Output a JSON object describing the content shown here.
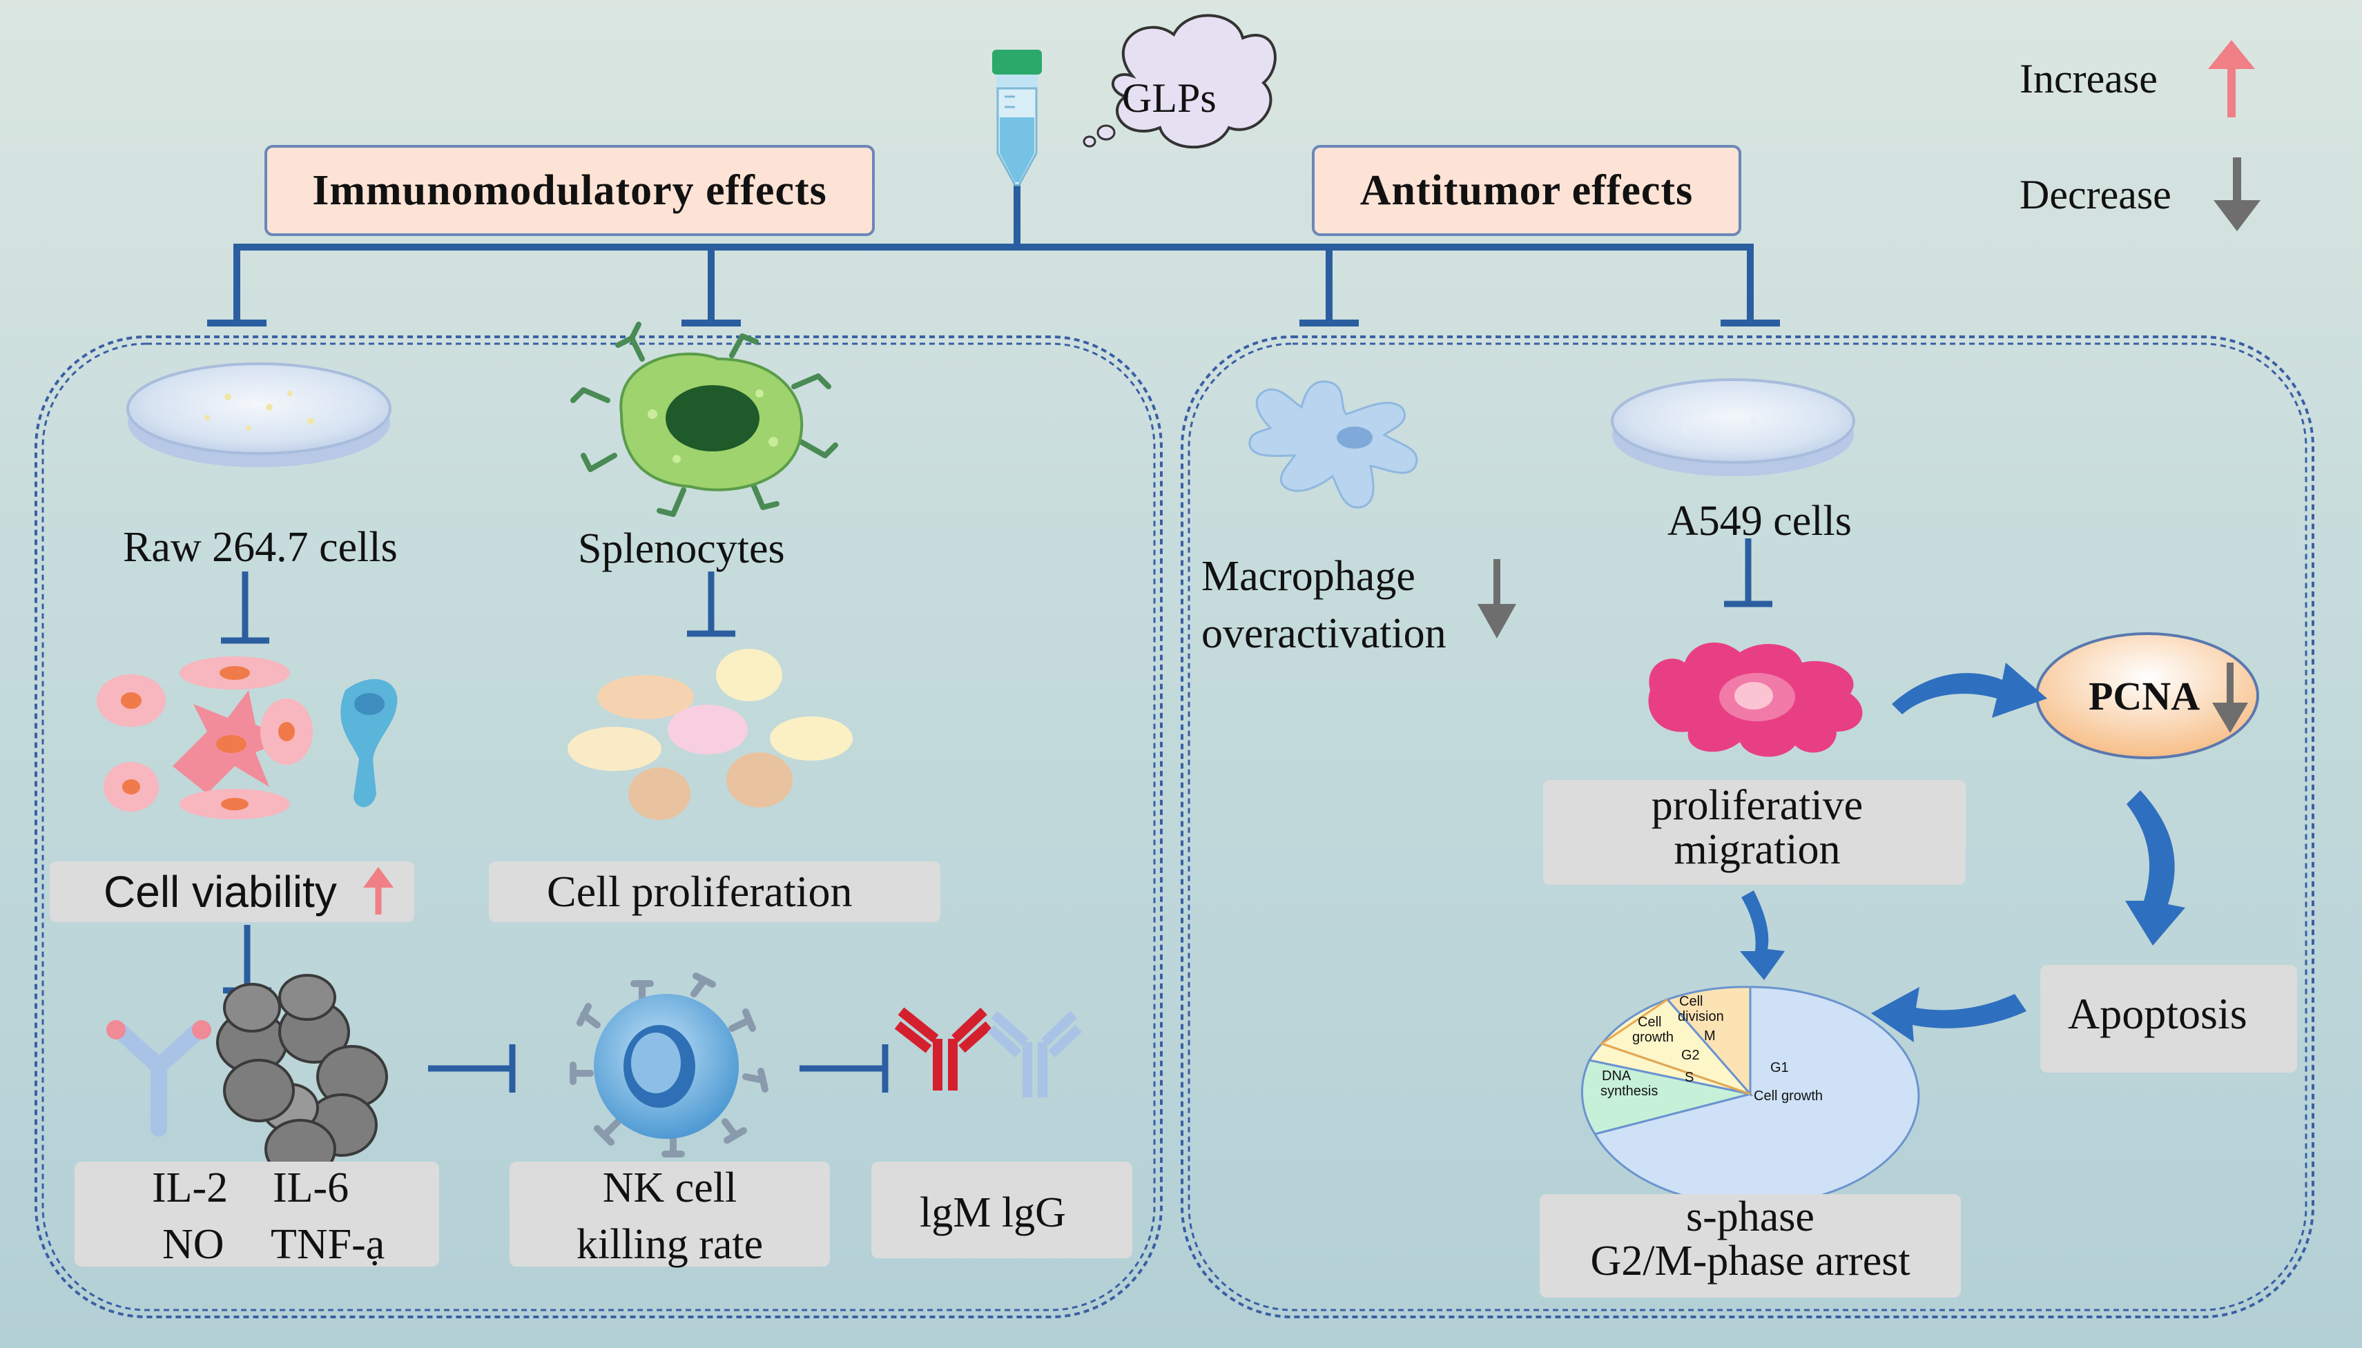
{
  "source": {
    "label": "GLPs"
  },
  "legend": {
    "increase": "Increase",
    "decrease": "Decrease",
    "increase_color": "#f07f86",
    "decrease_color": "#6e6e6e"
  },
  "headers": {
    "immuno": "Immunomodulatory effects",
    "antitumor": "Antitumor effects"
  },
  "immuno": {
    "raw_cells": "Raw 264.7 cells",
    "splenocytes": "Splenocytes",
    "cell_viability": "Cell viability",
    "cell_proliferation": "Cell proliferation",
    "cytokines": {
      "il2": "IL-2",
      "il6": "IL-6",
      "no": "NO",
      "tnf": "TNF-ạ"
    },
    "nk_line1": "NK cell",
    "nk_line2": "killing rate",
    "ig": "lgM lgG"
  },
  "antitumor": {
    "macrophage_line1": "Macrophage",
    "macrophage_line2": "overactivation",
    "a549": "A549 cells",
    "pcna": "PCNA",
    "prolif_line1": "proliferative",
    "prolif_line2": "migration",
    "apoptosis": "Apoptosis",
    "phase_line1": "s-phase",
    "phase_line2": "G2/M-phase arrest",
    "pie": {
      "cell_division_1": "Cell",
      "cell_division_2": "division",
      "m": "M",
      "cell_growth_1": "Cell",
      "cell_growth_2": "growth",
      "g2": "G2",
      "s": "S",
      "dna_1": "DNA",
      "dna_2": "synthesis",
      "g1": "G1",
      "g1_sub": "Cell growth"
    }
  }
}
